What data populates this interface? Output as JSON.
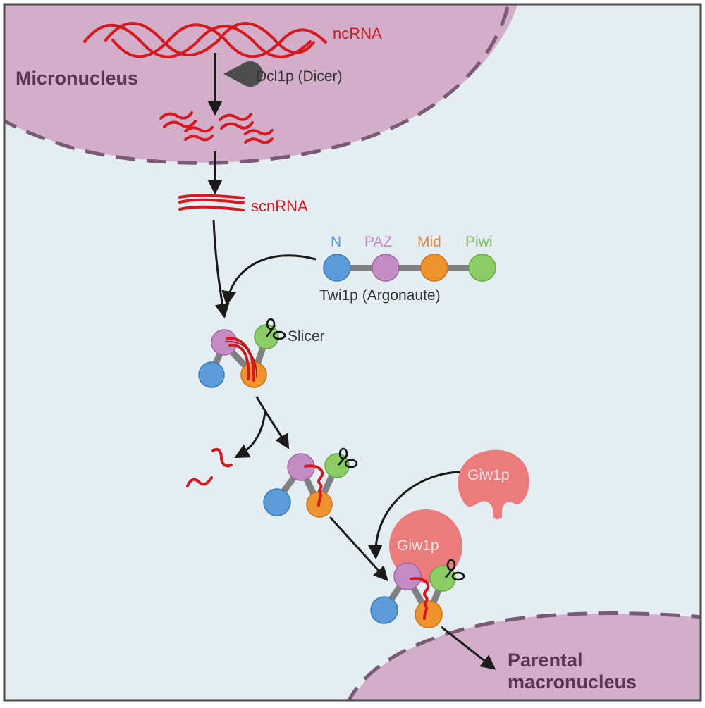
{
  "colors": {
    "background": "#e3edf2",
    "nucleus_fill": "#d2aec8",
    "nucleus_border": "#7a5a74",
    "frame": "#4a4a4a",
    "rna": "#d8181e",
    "arrow": "#1a1a1a",
    "dicer": "#4d4d4d",
    "domain_N": "#5b9bd9",
    "domain_PAZ": "#c58cc4",
    "domain_Mid": "#f0932c",
    "domain_Piwi": "#8ccc64",
    "linker": "#808080",
    "giw1p": "#ec7b7b",
    "label_dark": "#5a3654",
    "label_text": "#333333"
  },
  "compartments": {
    "micronucleus": "Micronucleus",
    "parental_macronucleus_line1": "Parental",
    "parental_macronucleus_line2": "macronucleus"
  },
  "molecules": {
    "ncrna": "ncRNA",
    "dicer": "Dcl1p (Dicer)",
    "scnrna": "scnRNA",
    "argonaute": "Twi1p (Argonaute)",
    "slicer": "Slicer",
    "giw1p_free": "Giw1p",
    "giw1p_bound": "Giw1p"
  },
  "domains": [
    {
      "label": "N",
      "color_key": "domain_N"
    },
    {
      "label": "PAZ",
      "color_key": "domain_PAZ"
    },
    {
      "label": "Mid",
      "color_key": "domain_Mid"
    },
    {
      "label": "Piwi",
      "color_key": "domain_Piwi"
    }
  ]
}
